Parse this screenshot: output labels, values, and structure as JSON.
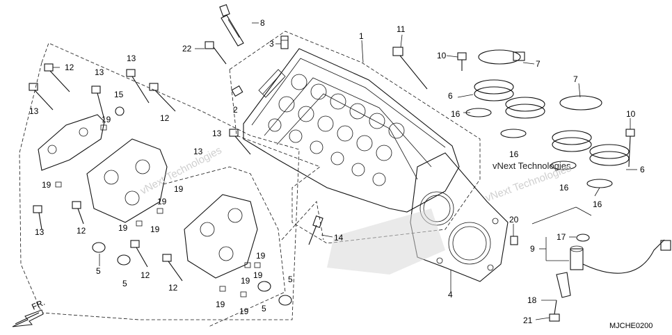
{
  "callouts": {
    "c8": "8",
    "c22": "22",
    "c3": "3",
    "c1": "1",
    "c11": "11",
    "c10a": "10",
    "c7a": "7",
    "c12a": "12",
    "c13a": "13",
    "c13b": "13",
    "c13c": "13",
    "c15": "15",
    "c2": "2",
    "c6a": "6",
    "c16a": "16",
    "c7b": "7",
    "c10b": "10",
    "c13d": "13",
    "c19a": "19",
    "c12b": "12",
    "c16b": "16",
    "c6b": "6",
    "c16c": "16",
    "c13e": "13",
    "c19b": "19",
    "c19c": "19",
    "c16d": "16",
    "c13f": "13",
    "c12c": "12",
    "c19d": "19",
    "c19e": "19",
    "c14": "14",
    "c20": "20",
    "c17": "17",
    "c9": "9",
    "c5a": "5",
    "c5b": "5",
    "c12d": "12",
    "c19f": "19",
    "c12e": "12",
    "c19g": "19",
    "c5c": "5",
    "c5d": "5",
    "c19h": "19",
    "c19i": "19",
    "c4": "4",
    "c18": "18",
    "c21": "21"
  },
  "direction_label": "FR.",
  "reference_code": "MJCHE0200",
  "watermark": "vNext Technologies"
}
